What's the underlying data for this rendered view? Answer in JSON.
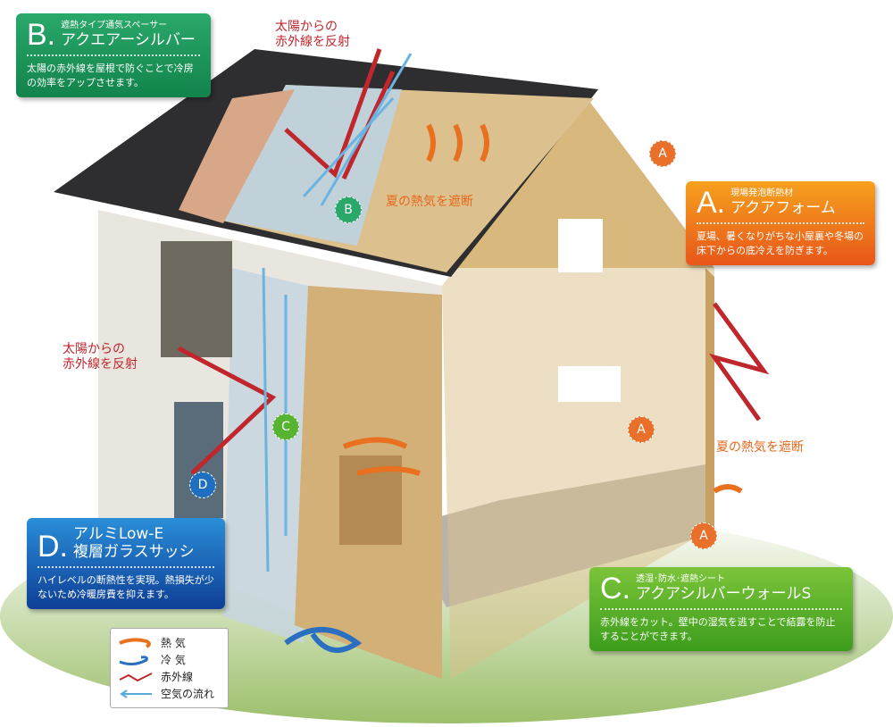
{
  "cards": {
    "b": {
      "letter": "B.",
      "sub": "遮熱タイプ通気スペーサー",
      "name": "アクエアーシルバー",
      "desc": "太陽の赤外線を屋根で防ぐことで冷房の効率をアップさせます。",
      "color": "#1c9458"
    },
    "a": {
      "letter": "A.",
      "sub": "現場発泡断熱材",
      "name": "アクアフォーム",
      "desc": "夏場、暑くなりがちな小屋裏や冬場の床下からの底冷えを防ぎます。",
      "color": "#ee7a1c"
    },
    "c": {
      "letter": "C.",
      "sub": "透湿･防水･遮熱シート",
      "name": "アクアシルバーウォールS",
      "desc": "赤外線をカット。壁中の湿気を逃すことで結露を防止することができます。",
      "color": "#5cb02c"
    },
    "d": {
      "letter": "D.",
      "sub": "アルミLow-E",
      "name": "複層ガラスサッシ",
      "desc": "ハイレベルの断熱性を実現。熱損失が少ないため冷暖房費を抑えます。",
      "color": "#1a5fb4"
    }
  },
  "labels": {
    "ir_roof": "太陽からの\n赤外線を反射",
    "ir_wall": "太陽からの\n赤外線を反射",
    "heat_roof": "夏の熱気を遮断",
    "heat_wall": "夏の熱気を遮断"
  },
  "markers": {
    "a": "A",
    "b": "B",
    "c": "C",
    "d": "D"
  },
  "legend": [
    {
      "icon": "heat-wave-icon",
      "label": "熱 気",
      "color": "#e8701e"
    },
    {
      "icon": "cool-wave-icon",
      "label": "冷 気",
      "color": "#2a6fc0"
    },
    {
      "icon": "infrared-arrow-icon",
      "label": "赤外線",
      "color": "#c0272d"
    },
    {
      "icon": "airflow-arrow-icon",
      "label": "空気の流れ",
      "color": "#5aa8d8"
    }
  ]
}
